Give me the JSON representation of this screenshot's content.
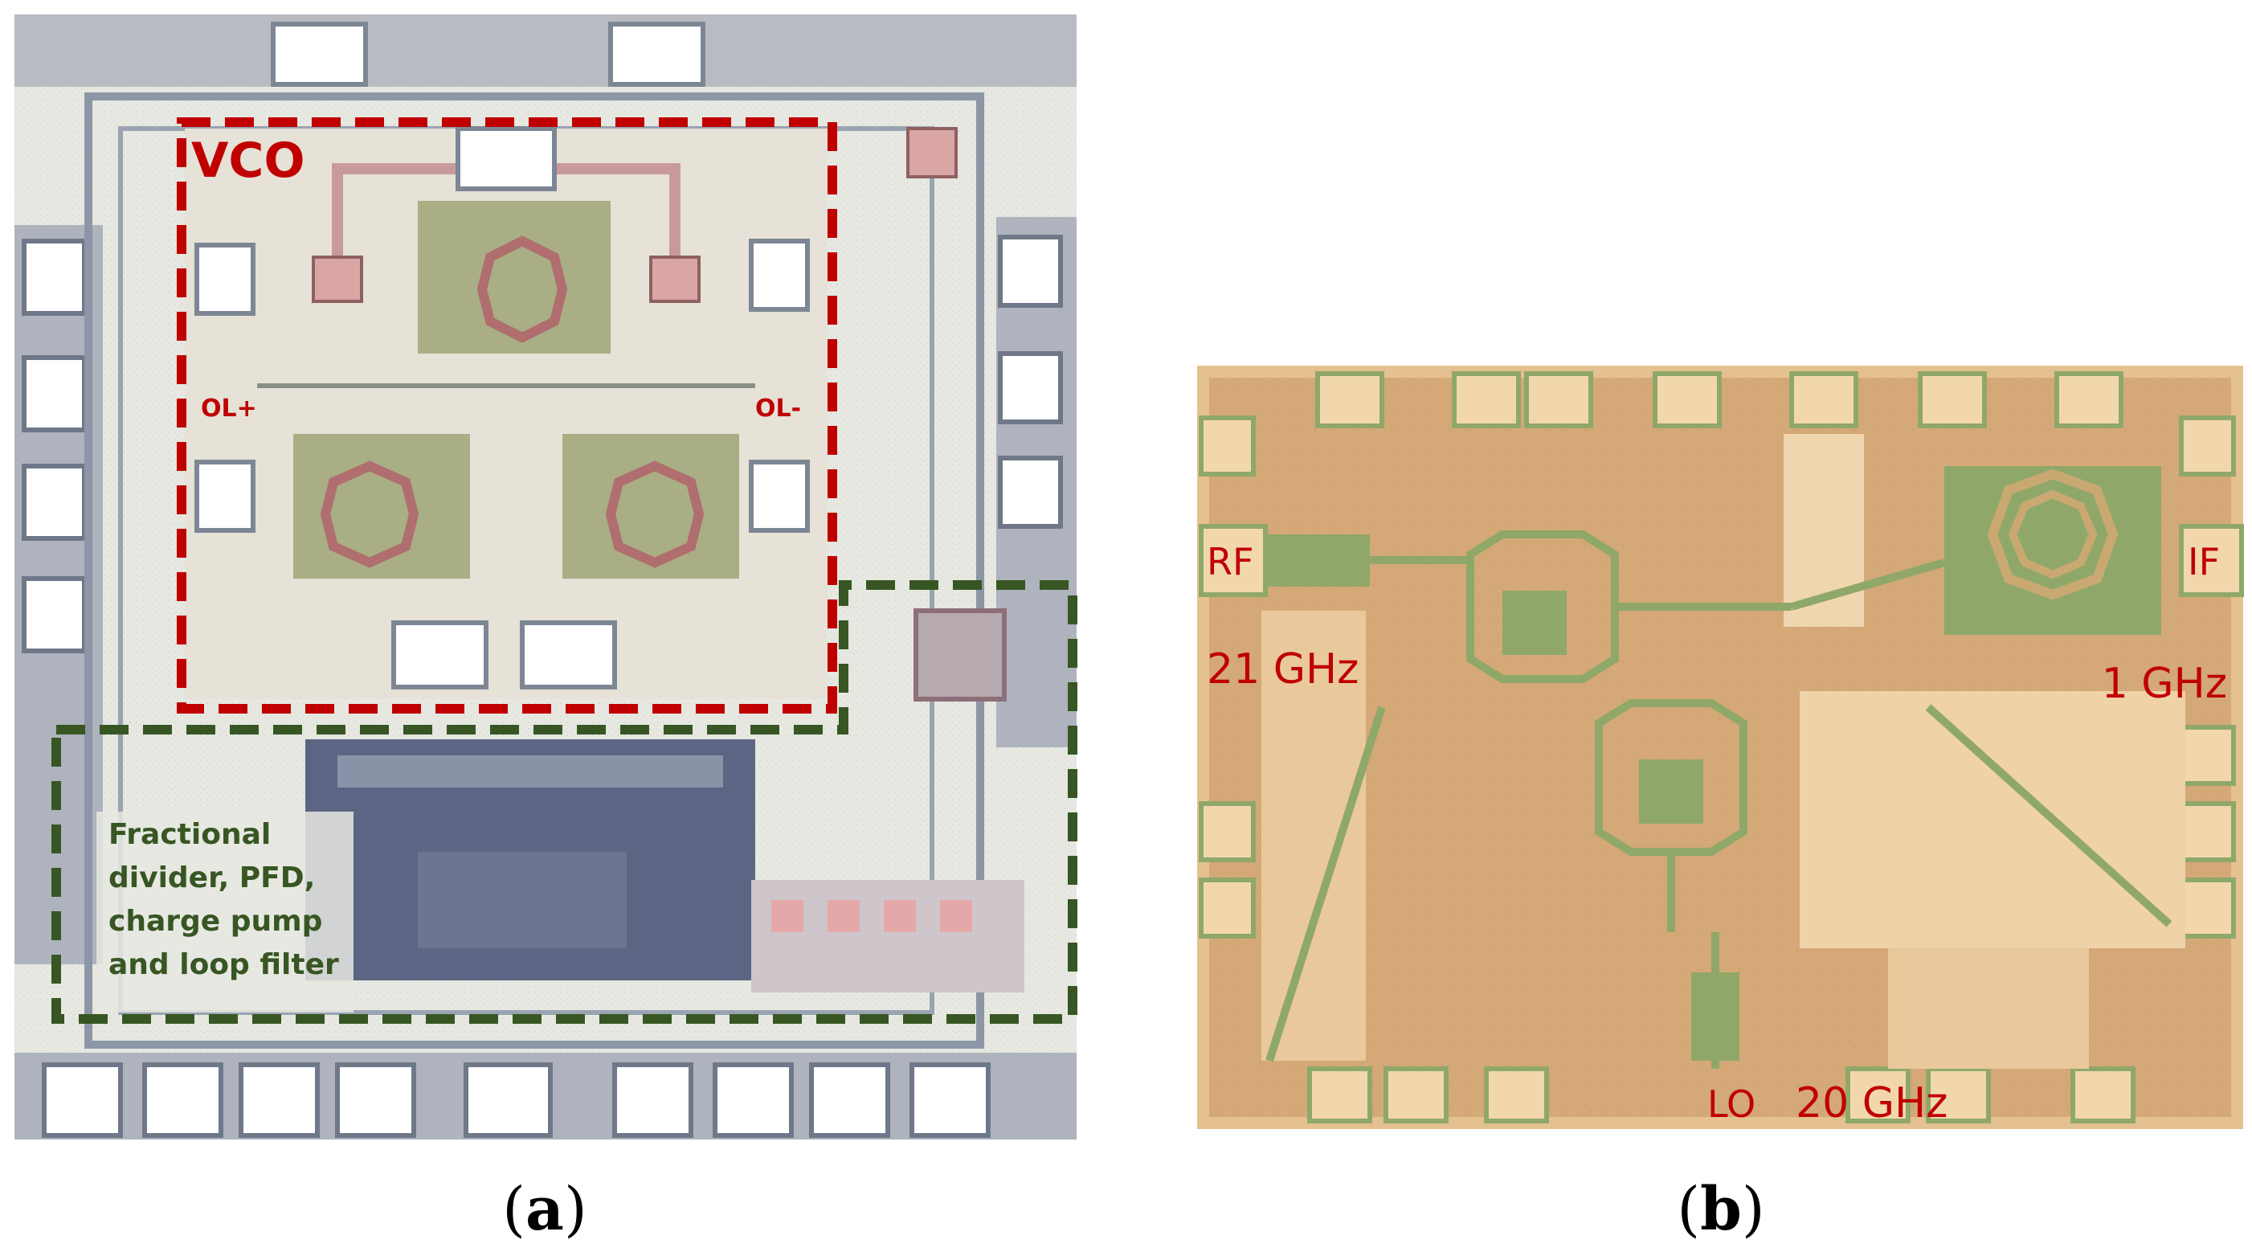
{
  "panel_a": {
    "caption_open": "(",
    "caption_letter": "a",
    "caption_close": ")",
    "labels": {
      "vco": "VCO",
      "ol_plus": "OL+",
      "ol_minus": "OL-",
      "pll_line1": "Fractional",
      "pll_line2": "divider, PFD,",
      "pll_line3": "charge pump",
      "pll_line4": "and loop filter"
    },
    "colors": {
      "vco_box": "#c00000",
      "pll_box": "#375623",
      "vco_text": "#c00000",
      "pll_text": "#375623"
    }
  },
  "panel_b": {
    "caption_open": "(",
    "caption_letter": "b",
    "caption_close": ")",
    "labels": {
      "rf": "RF",
      "rf_freq": "21 GHz",
      "if": "IF",
      "if_freq": "1 GHz",
      "lo": "LO",
      "lo_freq": "20 GHz"
    },
    "colors": {
      "label_text": "#c00000",
      "die_bg": "#d4a877",
      "metal": "#e9c99b",
      "trace": "#8fa86a"
    }
  }
}
